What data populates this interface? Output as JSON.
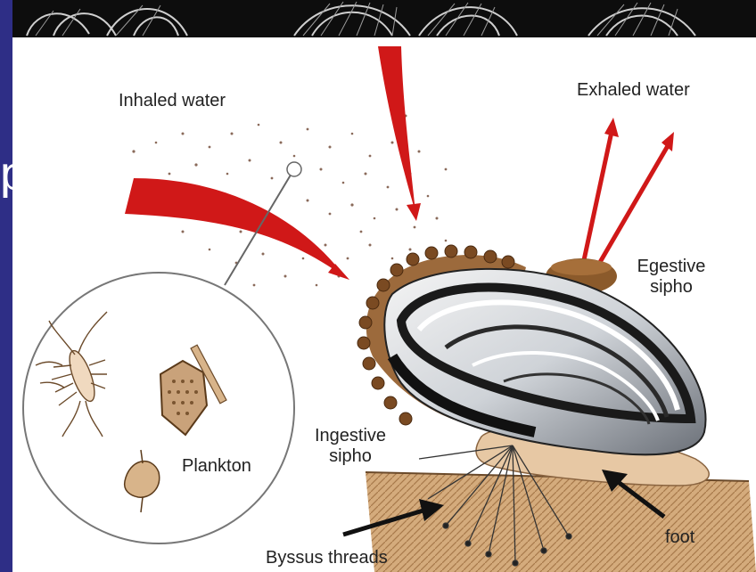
{
  "diagram": {
    "labels": {
      "inhaled": "Inhaled water",
      "exhaled": "Exhaled water",
      "egestive_line1": "Egestive",
      "egestive_line2": "sipho",
      "ingestive_line1": "Ingestive",
      "ingestive_line2": "sipho",
      "plankton": "Plankton",
      "byssus": "Byssus threads",
      "foot": "foot"
    },
    "colors": {
      "background": "#2e2e86",
      "panel": "#ffffff",
      "arrow": "#d01818",
      "shell_dark": "#1a1a1a",
      "siphon": "#8b5a2b",
      "sediment": "#c89f70"
    }
  }
}
